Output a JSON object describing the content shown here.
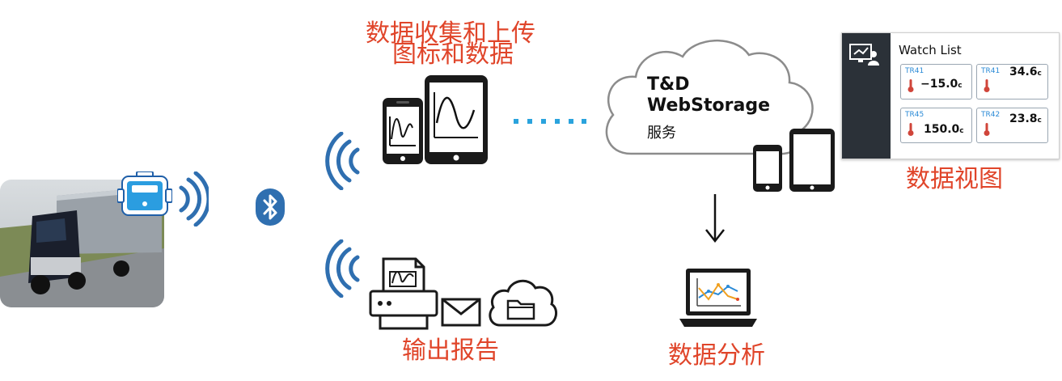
{
  "captions": {
    "collect_line1": "数据收集和上传",
    "collect_line2": "图标和数据",
    "data_view": "数据视图",
    "output_report": "输出报告",
    "data_analysis": "数据分析"
  },
  "cloud": {
    "brand_line1": "T&D",
    "brand_line2": "WebStorage",
    "service": "服务"
  },
  "watch_list": {
    "title": "Watch List",
    "tiles": [
      {
        "tag": "TR41",
        "value": "−15.0",
        "unit": "c"
      },
      {
        "tag": "TR41",
        "value": "34.6",
        "unit": "c"
      },
      {
        "tag": "TR45",
        "value": "150.0",
        "unit": "c"
      },
      {
        "tag": "TR42",
        "value": "23.8",
        "unit": "c"
      }
    ]
  },
  "colors": {
    "accent_orange": "#e0452a",
    "wave_blue": "#2f6fb0",
    "dots_blue": "#2aa3dd",
    "dark": "#111111"
  },
  "icons": [
    "truck-photo",
    "data-logger-icon",
    "signal-waves-icon",
    "bluetooth-icon",
    "smartphone-icon",
    "tablet-icon",
    "printer-icon",
    "envelope-icon",
    "cloud-folder-icon",
    "cloud-icon",
    "down-arrow-icon",
    "laptop-chart-icon",
    "monitor-user-icon",
    "thermometer-icon"
  ]
}
